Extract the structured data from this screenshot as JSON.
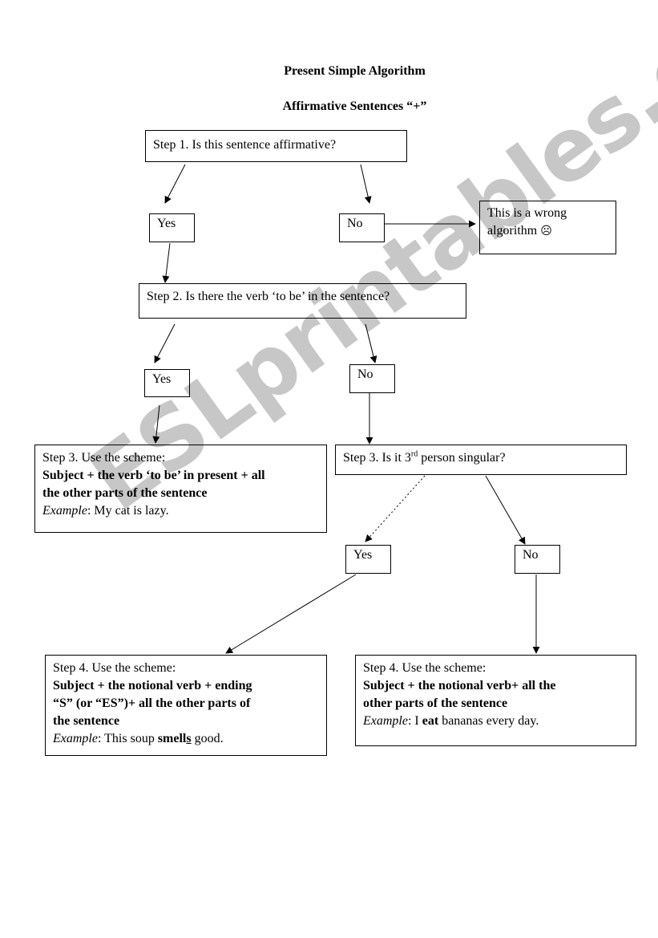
{
  "title": "Present Simple Algorithm",
  "subtitle": "Affirmative Sentences “+”",
  "watermark": "ESLprintables.com",
  "step1": {
    "question": "Step 1. Is this sentence affirmative?"
  },
  "step1_yes": "Yes",
  "step1_no": "No",
  "wrong": {
    "line1": "This is a wrong",
    "line2": "algorithm",
    "face": "☹"
  },
  "step2": {
    "question": "Step 2. Is there the verb ‘to be’ in the sentence?"
  },
  "step2_yes": "Yes",
  "step2_no": "No",
  "step3a": {
    "heading": "Step 3.  Use the scheme:",
    "scheme_l1": "Subject + the verb ‘to be’ in present + all",
    "scheme_l2": "the other parts of the sentence",
    "example_label": "Example",
    "example_text": ": My cat is lazy."
  },
  "step3b": {
    "prefix": "Step 3. Is it 3",
    "sup": "rd",
    "suffix": " person singular?"
  },
  "step3_yes": "Yes",
  "step3_no": "No",
  "step4a": {
    "heading": "Step 4.  Use the scheme:",
    "scheme_l1": "Subject + the notional verb + ending",
    "scheme_l2": "“S” (or “ES”)+ all the other parts of",
    "scheme_l3": "the sentence",
    "example_label": "Example",
    "example_pre": ": This soup ",
    "example_verb_stem": "smell",
    "example_verb_end": "s",
    "example_post": " good."
  },
  "step4b": {
    "heading": "Step 4.  Use the scheme:",
    "scheme_l1": "Subject + the notional verb+ all the",
    "scheme_l2": "other parts of the sentence",
    "example_label": "Example",
    "example_pre": ": I ",
    "example_verb": "eat",
    "example_post": " bananas every day."
  }
}
